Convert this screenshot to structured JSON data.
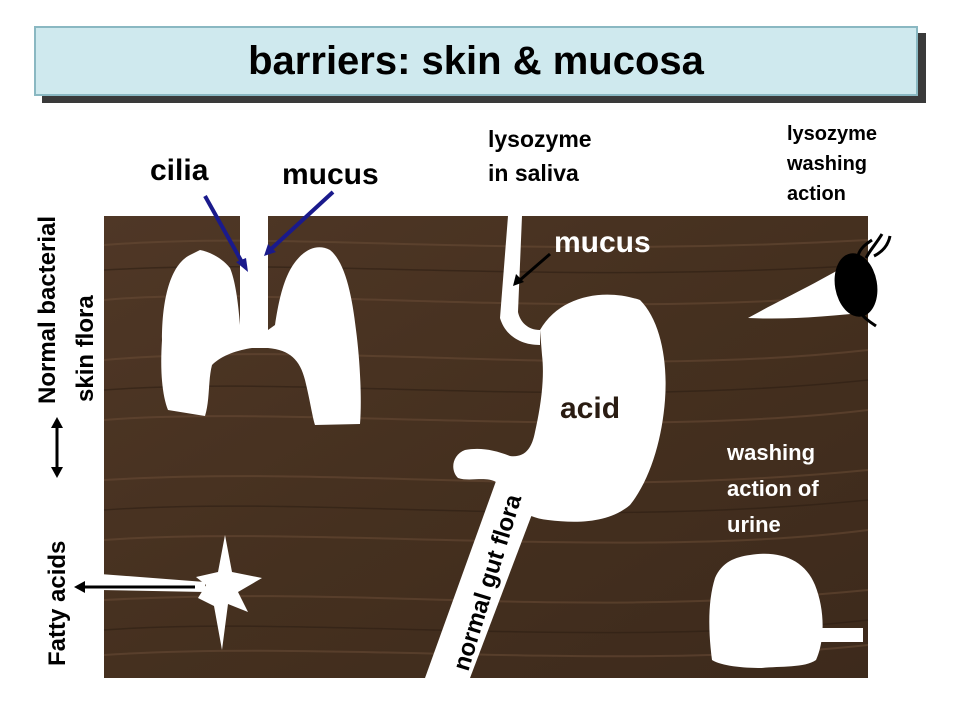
{
  "title": "barriers: skin & mucosa",
  "labels": {
    "cilia": "cilia",
    "mucus_lung": "mucus",
    "lysozyme_saliva": [
      "lysozyme",
      "in saliva"
    ],
    "lysozyme_washing": [
      "lysozyme",
      "washing",
      "action"
    ],
    "mucus_stomach": "mucus",
    "acid": "acid",
    "washing_urine": [
      "washing",
      "action of",
      "urine"
    ],
    "normal_gut_flora": "normal gut flora",
    "normal_bacterial": "Normal bacterial",
    "skin_flora": "skin flora",
    "fatty_acids": "Fatty acids"
  },
  "colors": {
    "title_bg": "#cfe9ee",
    "title_shadow": "#3a3a3a",
    "wood": "#4a3323",
    "arrow_blue": "#1a1a8c",
    "organ": "#ffffff"
  }
}
